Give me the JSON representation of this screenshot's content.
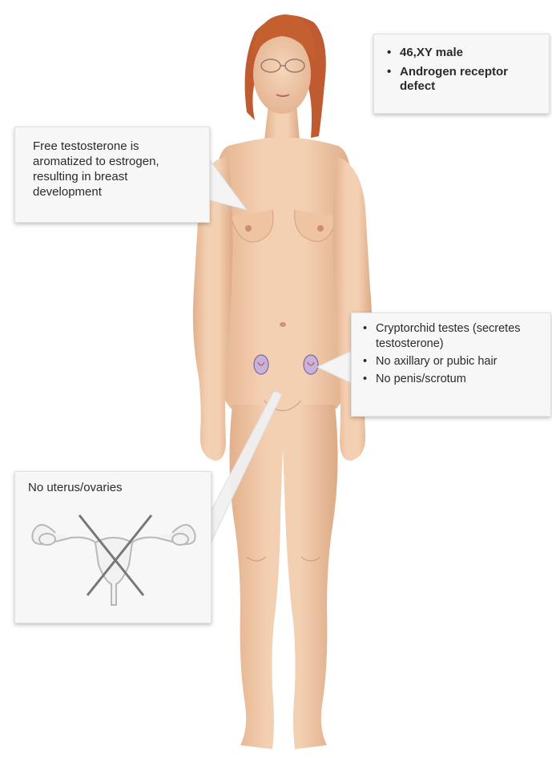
{
  "callouts": {
    "karyotype": {
      "items": [
        "46,XY male",
        "Androgen receptor defect"
      ]
    },
    "breast": {
      "text": "Free testosterone is aromatized to estrogen, resulting in breast development"
    },
    "testes": {
      "items": [
        "Cryptorchid testes (secretes testosterone)",
        "No axillary or pubic hair",
        "No penis/scrotum"
      ]
    },
    "uterus": {
      "title": "No uterus/ovaries"
    }
  },
  "colors": {
    "skin": "#f0c9a8",
    "skin_shadow": "#d9a683",
    "hair": "#c0562e",
    "callout_bg": "#f7f7f7",
    "uterus_gray": "#b8b8b8"
  },
  "icons": {
    "uterus": "uterus-ovaries-illustration",
    "cross": "x-cross-mark"
  }
}
